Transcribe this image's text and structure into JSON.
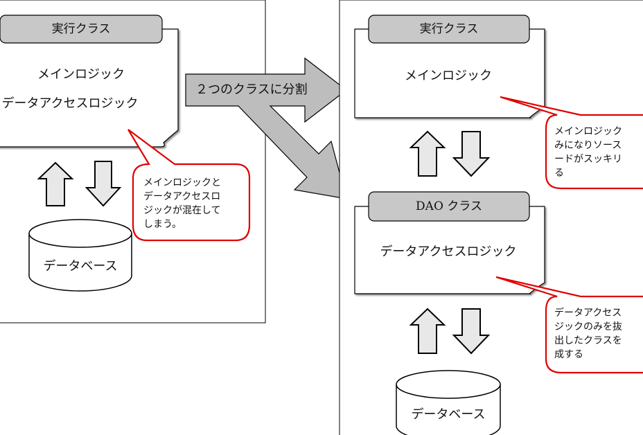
{
  "before": {
    "class_title": "実行クラス",
    "main_logic": "メインロジック",
    "data_access_logic": "データアクセスロジック",
    "database": "データベース",
    "callout": "メインロジックと\nデータアクセスロ\nジックが混在して\nしまう。"
  },
  "split_label": "２つのクラスに分割",
  "after": {
    "exec_class_title": "実行クラス",
    "main_logic": "メインロジック",
    "exec_callout": "メインロジック\nみになりソース\nードがスッキリ\nる",
    "dao_class_title": "DAO クラス",
    "data_access_logic": "データアクセスロジック",
    "dao_callout": "データアクセス\nジックのみを抜\n出したクラスを\n成する",
    "database": "データベース"
  },
  "colors": {
    "callout_border": "#e00000",
    "tab_fill": "#c8c8c8",
    "arrow_fill": "#bdbdbd",
    "updown_fill": "#e8e8e8"
  }
}
